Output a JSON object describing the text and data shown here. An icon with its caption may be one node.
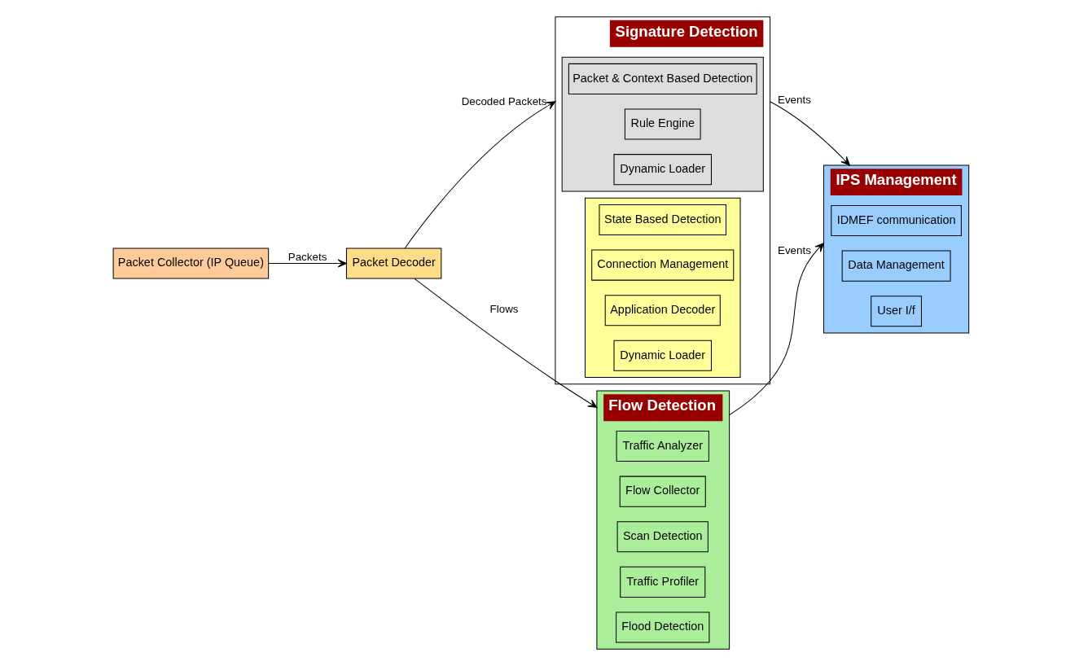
{
  "diagram": {
    "nodes": [
      {
        "text": [
          "Packet Collector (IP Queue)"
        ]
      },
      {
        "text": [
          "Packet Decoder"
        ]
      },
      {
        "text": [
          "Signature Detection"
        ]
      },
      {
        "text": [],
        "shape": "box",
        "in": 2
      },
      {
        "text": [
          "Packet & Context Based Detection"
        ],
        "in": 3
      },
      {
        "text": [
          "Rule Engine"
        ],
        "in": 3
      },
      {
        "text": [
          "Dynamic Loader"
        ],
        "in": 3
      },
      {
        "text": [],
        "shape": "box",
        "in": 2
      },
      {
        "text": [
          "State Based Detection"
        ],
        "in": 7
      },
      {
        "text": [
          "Connection Management"
        ],
        "in": 7
      },
      {
        "text": [
          "Application Decoder"
        ],
        "in": 7
      },
      {
        "text": [
          "Dynamic Loader"
        ],
        "in": 7
      },
      {
        "text": [
          "Flow Detection"
        ]
      },
      {
        "text": [
          "Traffic Analyzer"
        ],
        "in": 12
      },
      {
        "text": [
          "Flow Collector"
        ],
        "in": 12
      },
      {
        "text": [
          "Scan Detection"
        ],
        "in": 12
      },
      {
        "text": [
          "Traffic Profiler"
        ],
        "in": 12
      },
      {
        "text": [
          "Flood Detection"
        ],
        "in": 12
      },
      {
        "text": [
          "IPS Management"
        ]
      },
      {
        "text": [
          "IDMEF communication"
        ],
        "in": 18
      },
      {
        "text": [
          "Data Management"
        ],
        "in": 18
      },
      {
        "text": [
          "User I/f"
        ],
        "in": 18
      }
    ],
    "edges": [
      {
        "from": 0,
        "to": 1,
        "arrow": "to",
        "label": "Packets"
      },
      {
        "from": 1,
        "to": 2,
        "arrow": "to",
        "label": "Decoded Packets"
      },
      {
        "from": 1,
        "to": 12,
        "arrow": "to",
        "label": "Flows"
      },
      {
        "from": 2,
        "to": 18,
        "arrow": "to",
        "label": "Events"
      },
      {
        "from": 12,
        "to": 18,
        "arrow": "to",
        "label": "Events"
      }
    ]
  }
}
